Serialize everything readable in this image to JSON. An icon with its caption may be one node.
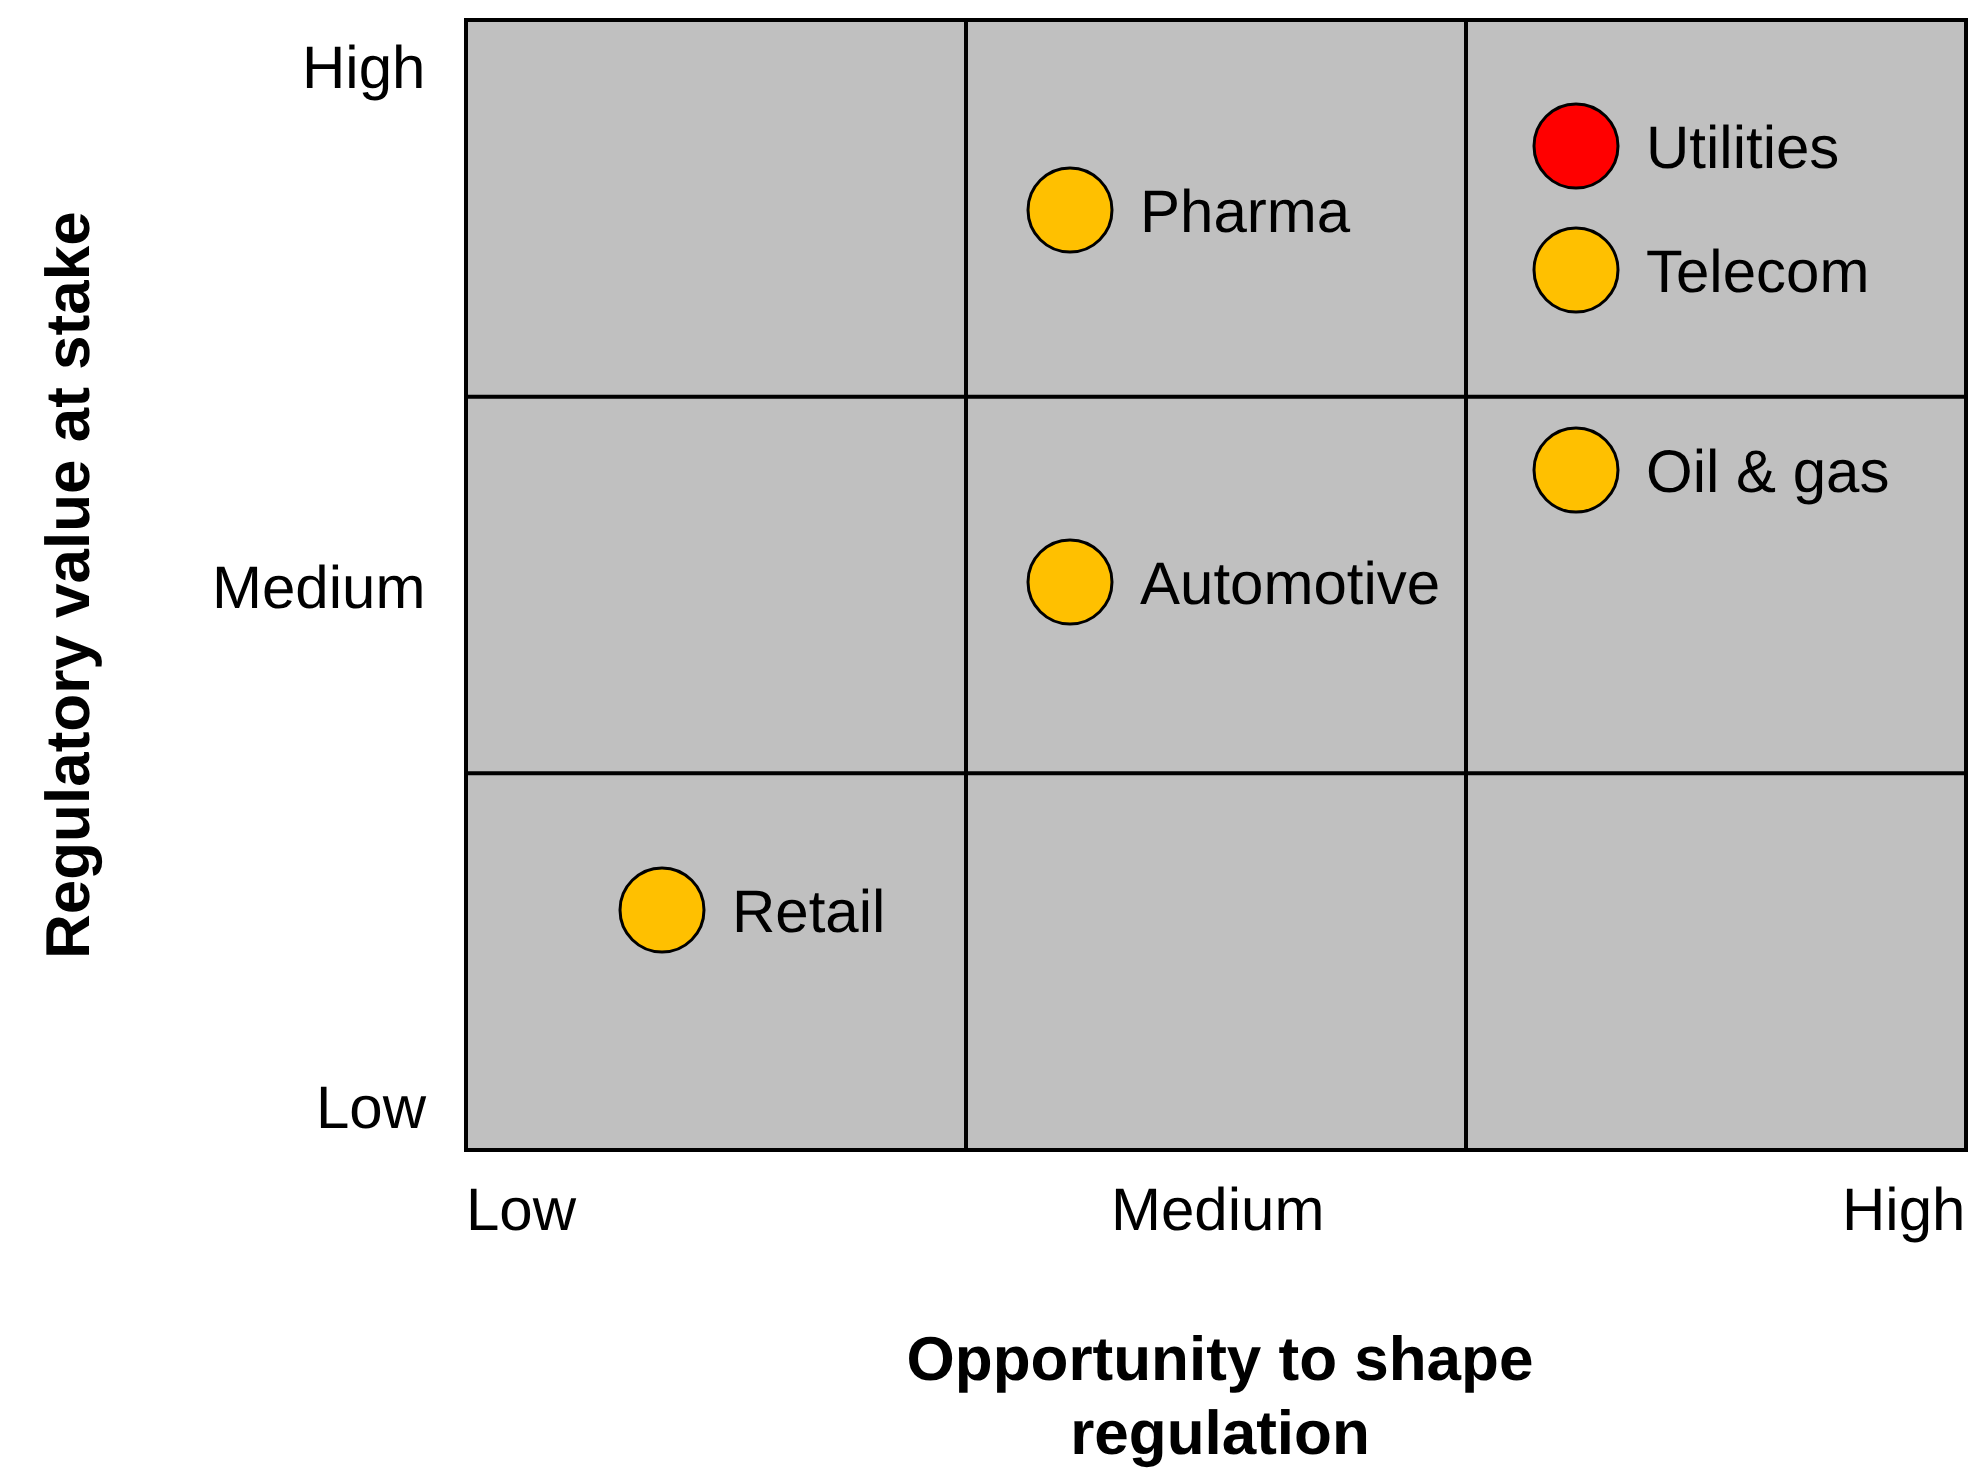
{
  "diagram": {
    "labels": [
      "High",
      "Utilities",
      "Pharma",
      "Telecom",
      "Regulatory value at stake",
      "Oil & gas",
      "Medium",
      "Automotive",
      "Retail",
      "Low",
      "Low",
      "Medium",
      "High",
      "Opportunity to shape regulation"
    ]
  }
}
